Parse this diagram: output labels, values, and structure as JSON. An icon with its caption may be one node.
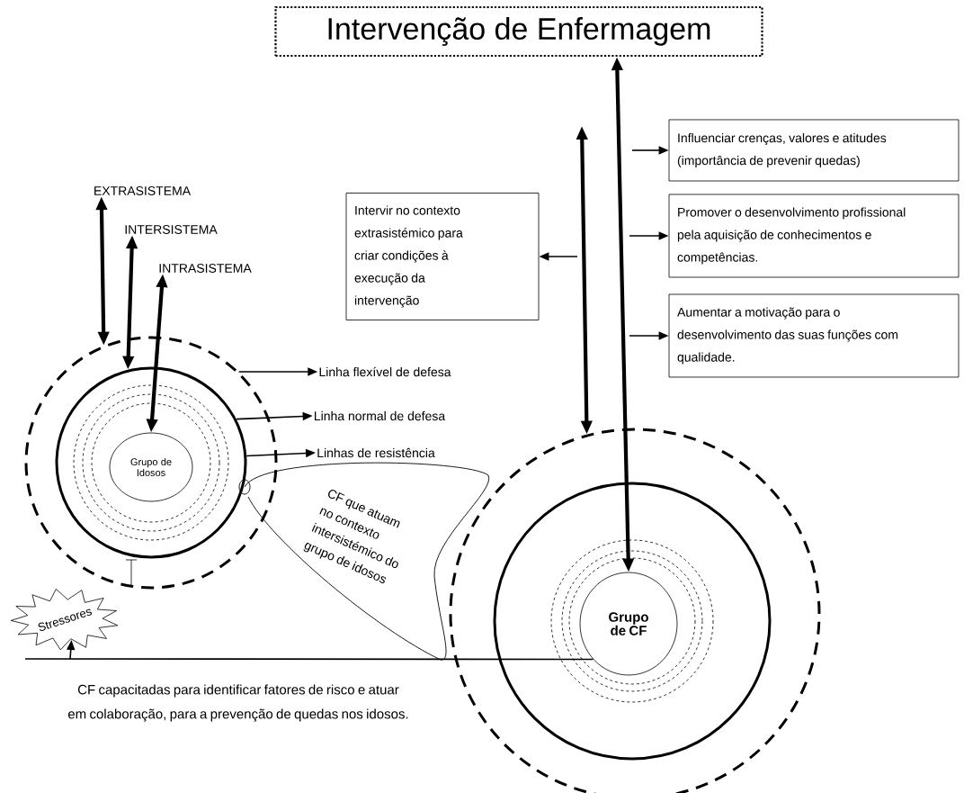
{
  "diagram": {
    "nodes": [
      {
        "text": [
          "Intervenção de Enfermagem"
        ]
      },
      {
        "text": [
          "EXTRASISTEMA"
        ]
      },
      {
        "text": [
          "INTERSISTEMA"
        ]
      },
      {
        "text": [
          "INTRASISTEMA"
        ]
      },
      {
        "text": [
          "Intervir no contexto extrasistémico para criar condições à execução da intervenção"
        ]
      },
      {
        "text": [
          "Influenciar crenças, valores e atitudes (importância de prevenir quedas)"
        ]
      },
      {
        "text": [
          "Promover o desenvolvimento profissional pela aquisição de conhecimentos e competências."
        ]
      },
      {
        "text": [
          "Aumentar a motivação para o desenvolvimento das suas funções com qualidade."
        ]
      },
      {
        "text": [],
        "shape": "circle"
      },
      {
        "text": [],
        "shape": "circle",
        "in": 8
      },
      {
        "text": [
          "Grupo de Idosos"
        ],
        "in": 9
      },
      {
        "text": [
          "Linha flexível de defesa"
        ]
      },
      {
        "text": [
          "Linha normal de defesa"
        ]
      },
      {
        "text": [
          "Linhas de resistência"
        ]
      },
      {
        "text": [
          "CF que atuam no contexto intersistémico do grupo de idosos"
        ]
      },
      {
        "text": [
          "Stressores"
        ]
      },
      {
        "text": [],
        "shape": "circle"
      },
      {
        "text": [],
        "shape": "circle",
        "in": 16
      },
      {
        "text": [
          "Grupo de CF"
        ],
        "in": 17
      }
    ],
    "edges": [
      {
        "from": 1,
        "to": 8,
        "arrow": "both",
        "style": "thick"
      },
      {
        "from": 2,
        "to": 9,
        "arrow": "both",
        "style": "thick"
      },
      {
        "from": 3,
        "to": 10,
        "arrow": "both",
        "style": "thick"
      },
      {
        "from": 8,
        "to": 11,
        "arrow": "to"
      },
      {
        "from": 9,
        "to": 12,
        "arrow": "to"
      },
      {
        "from": 9,
        "to": 13,
        "arrow": "to"
      },
      {
        "from": 0,
        "to": 18,
        "arrow": "both",
        "style": "thick"
      },
      {
        "from": null,
        "to": 16,
        "arrow": "both",
        "style": "thick"
      },
      {
        "from": null,
        "to": 4,
        "arrow": "to"
      },
      {
        "from": null,
        "to": 5,
        "arrow": "to"
      },
      {
        "from": null,
        "to": 6,
        "arrow": "to"
      },
      {
        "from": null,
        "to": 7,
        "arrow": "to"
      },
      {
        "from": 18,
        "to": 15,
        "arrow": "to"
      }
    ],
    "labels": [
      "CF capacitadas para identificar fatores de risco e atuar em colaboração, para a prevenção de quedas nos idosos."
    ]
  }
}
